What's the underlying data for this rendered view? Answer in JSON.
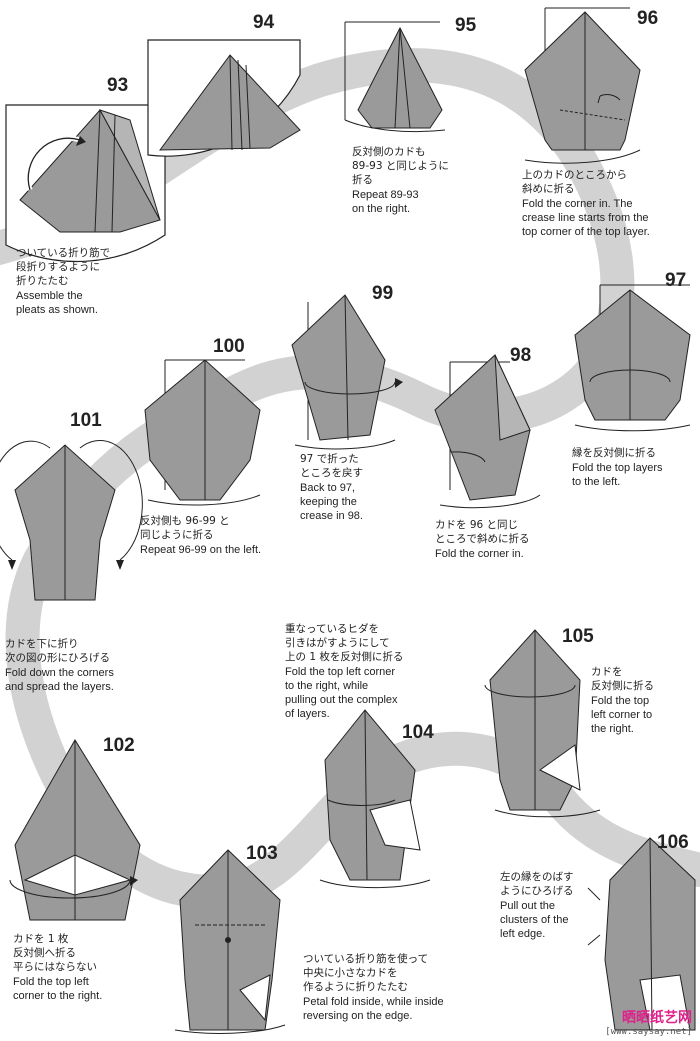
{
  "steps": [
    {
      "num": "93",
      "jp": "ついている折り筋で\n段折りするように\n折りたたむ",
      "en": "Assemble the\npleats as shown."
    },
    {
      "num": "94"
    },
    {
      "num": "95",
      "jp": "反対側のカドも\n89-93 と同じように\n折る",
      "en": "Repeat 89-93\non the right."
    },
    {
      "num": "96",
      "jp": "上のカドのところから\n斜めに折る",
      "en": "Fold the corner in. The\ncrease line starts from the\ntop corner of the top layer."
    },
    {
      "num": "97",
      "jp": "縁を反対側に折る",
      "en": "Fold the top layers\nto the left."
    },
    {
      "num": "98",
      "jp": "カドを 96 と同じ\nところで斜めに折る",
      "en": "Fold the corner in."
    },
    {
      "num": "99",
      "jp": "97 で折った\nところを戻す",
      "en": "Back to 97,\nkeeping the\ncrease in 98."
    },
    {
      "num": "100",
      "jp": "反対側も 96-99 と\n同じように折る",
      "en": "Repeat 96-99 on the left."
    },
    {
      "num": "101",
      "jp": "カドを下に折り\n次の図の形にひろげる",
      "en": "Fold down the corners\nand spread the layers."
    },
    {
      "num": "102",
      "jp": "カドを 1 枚\n反対側へ折る\n平らにはならない",
      "en": "Fold the top left\ncorner to the right."
    },
    {
      "num": "103",
      "jp": "ついている折り筋を使って\n中央に小さなカドを\n作るように折りたたむ",
      "en": "Petal fold inside, while inside\nreversing on the edge."
    },
    {
      "num": "104",
      "jp": "重なっているヒダを\n引きはがすようにして\n上の 1 枚を反対側に折る",
      "en": "Fold the top left corner\nto the right, while\npulling out the complex\nof layers."
    },
    {
      "num": "105",
      "jp": "カドを\n反対側に折る",
      "en": "Fold the top\nleft corner to\nthe right."
    },
    {
      "num": "106",
      "jp": "左の縁をのばす\nようにひろげる",
      "en": "Pull out the\nclusters of the\nleft edge."
    }
  ],
  "watermark": {
    "brand": "晒晒纸艺网",
    "url": "[www.saysay.net]"
  }
}
